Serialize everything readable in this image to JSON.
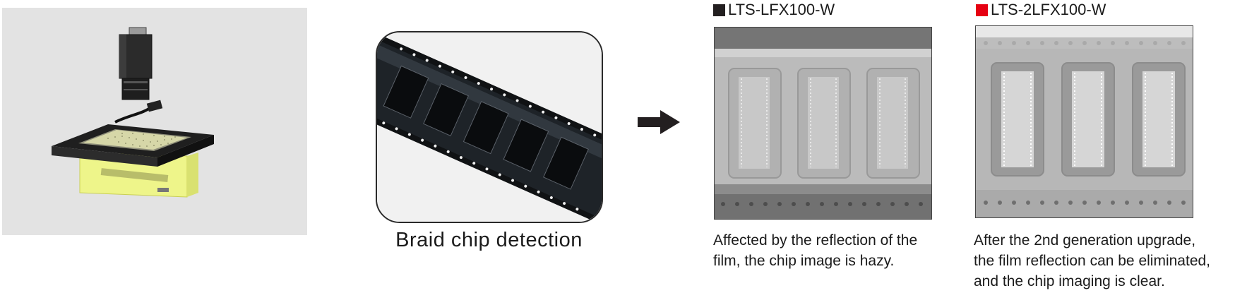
{
  "caption": {
    "braid": "Braid chip detection"
  },
  "comparison": [
    {
      "model": "LTS-LFX100-W",
      "swatch_color": "#231f20",
      "description": "Affected by the reflection of the\nfilm, the chip image is hazy."
    },
    {
      "model": "LTS-2LFX100-W",
      "swatch_color": "#e60012",
      "description": "After the 2nd generation upgrade,\nthe film reflection can be eliminated,\nand the chip imaging is clear."
    }
  ],
  "icons": {
    "arrow": "right-arrow-icon"
  },
  "colors": {
    "panel_bg": "#e3e3e3",
    "light_yellow": "#eef58a"
  }
}
